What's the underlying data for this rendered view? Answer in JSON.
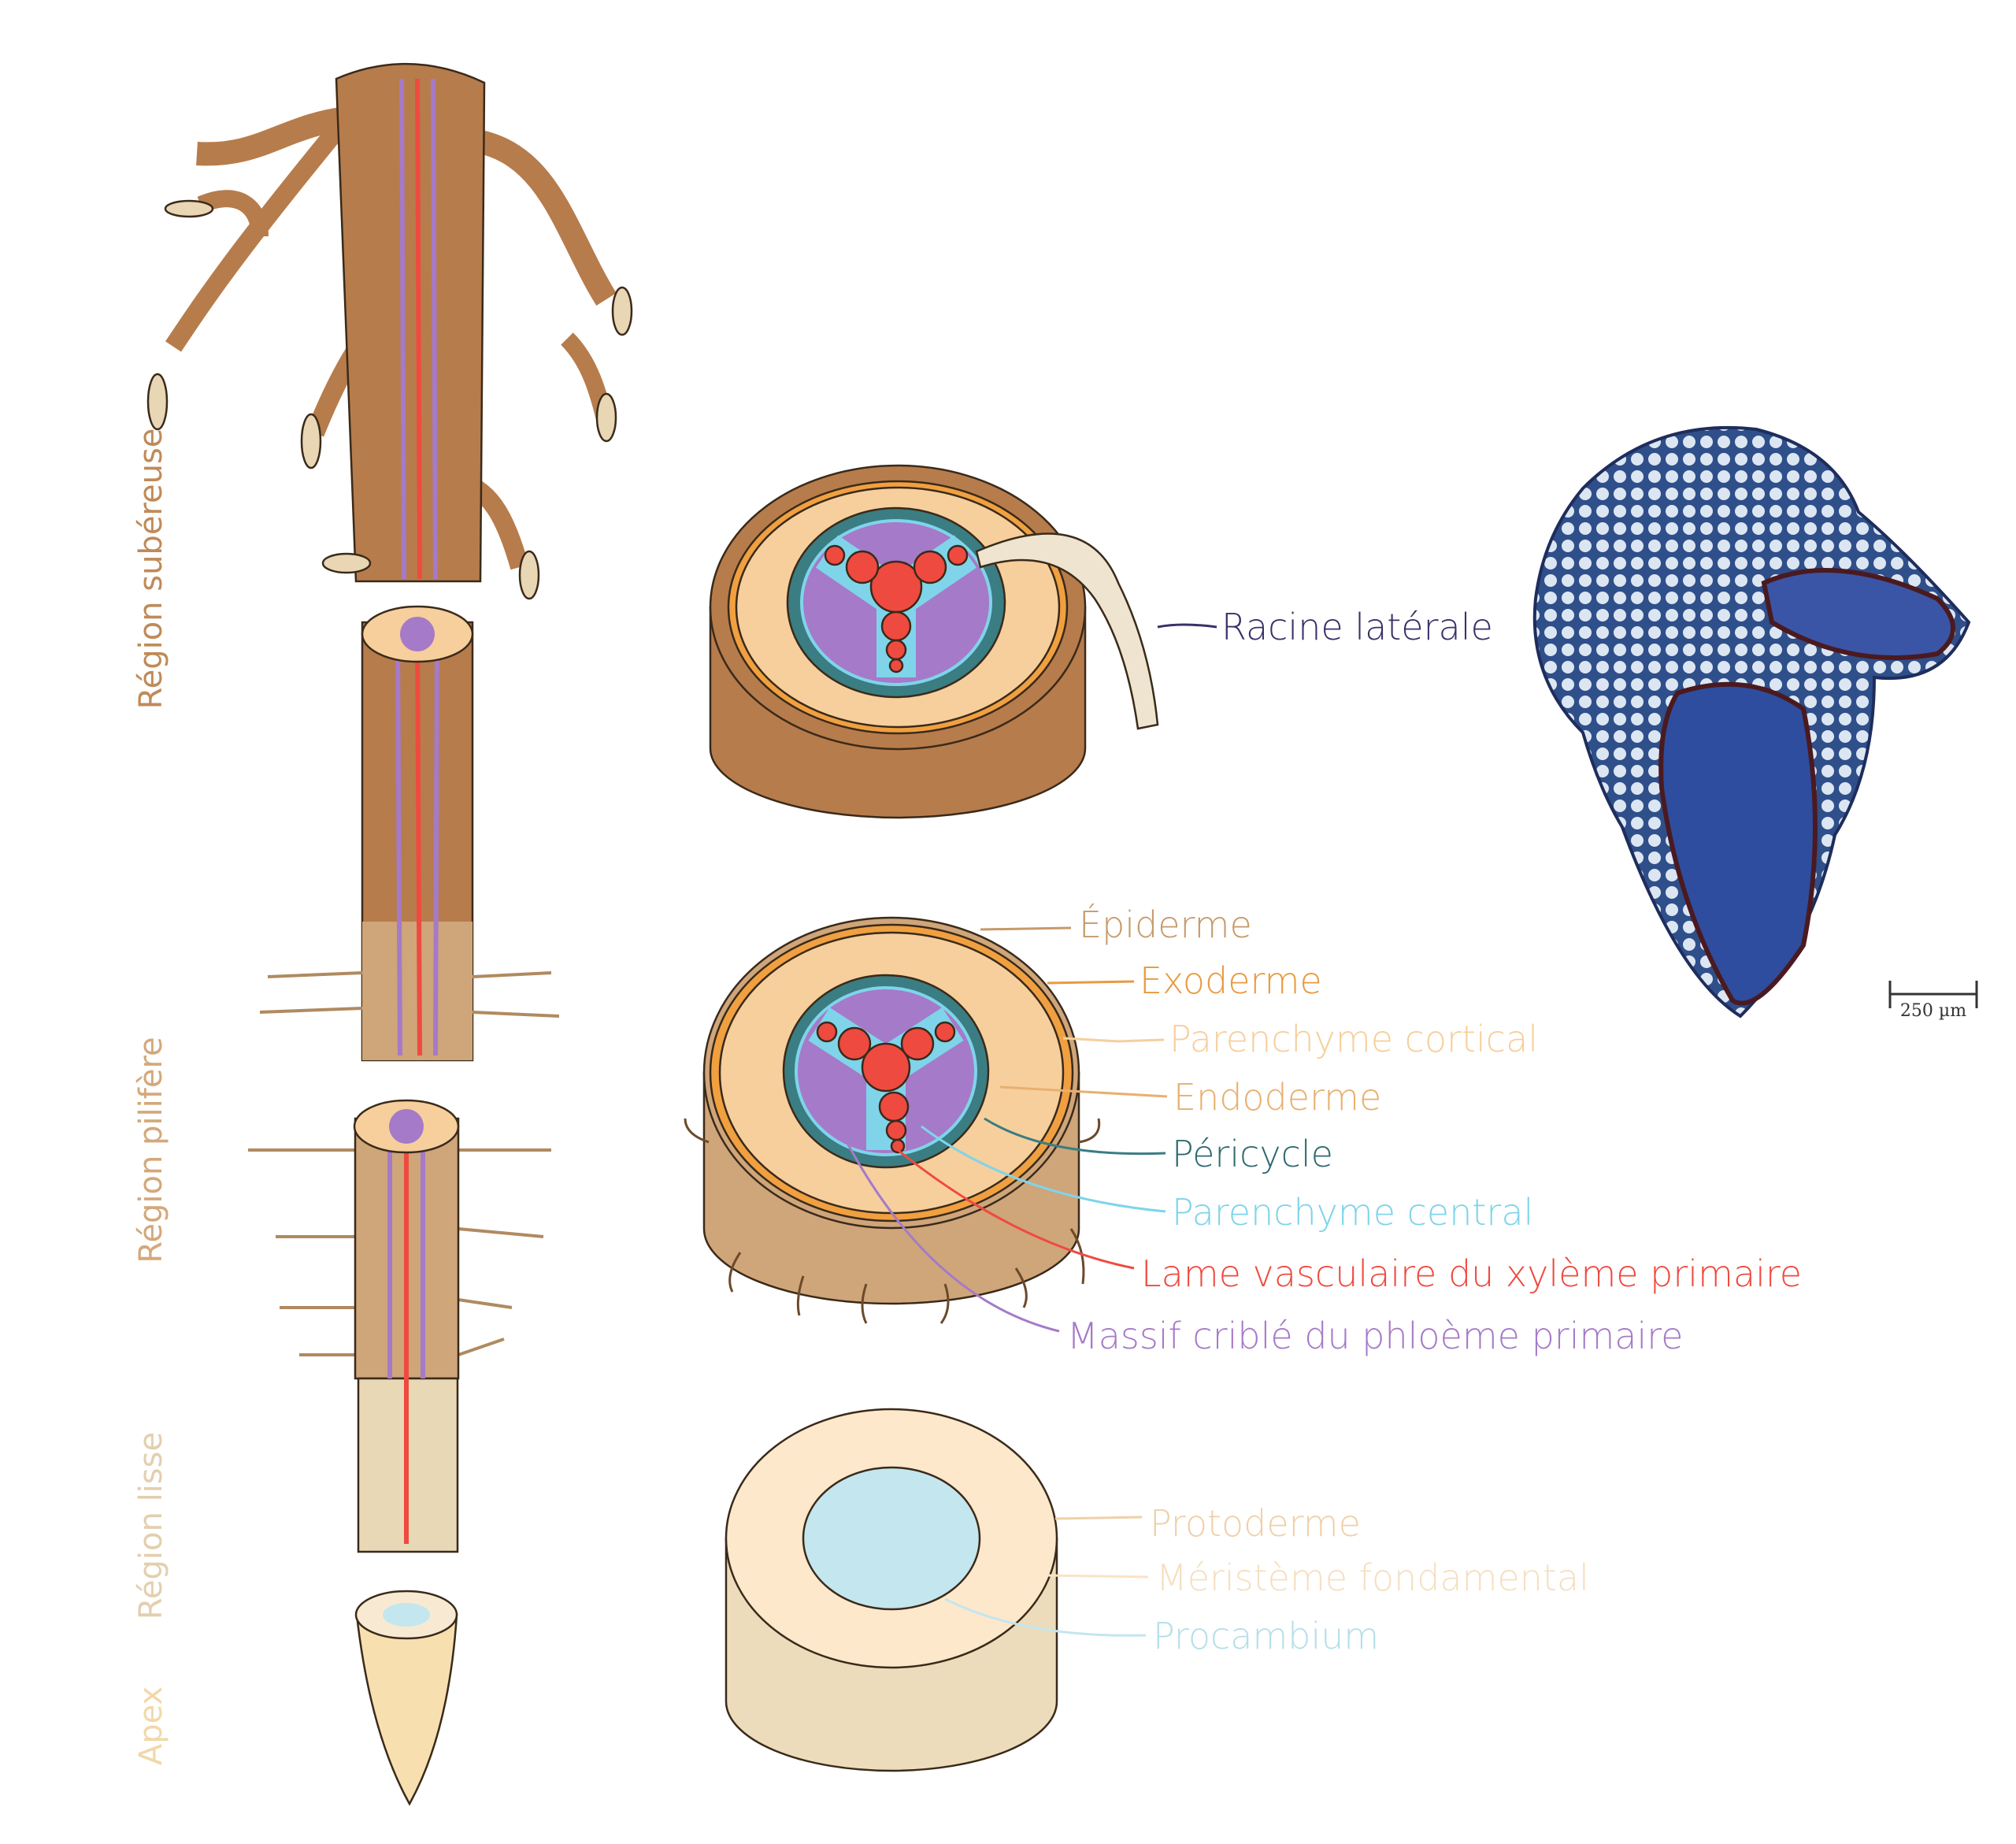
{
  "regions": {
    "suberous": "Région subéreuse",
    "piliferous": "Région pilifère",
    "smooth": "Région lisse",
    "apex": "Apex"
  },
  "labels": {
    "lateral_root": "Racine latérale",
    "epidermis": "Épiderme",
    "exodermis": "Exoderme",
    "cortical_parenchyma": "Parenchyme cortical",
    "endodermis": "Endoderme",
    "pericycle": "Péricycle",
    "central_parenchyma": "Parenchyme central",
    "xylem": "Lame vasculaire du xylème primaire",
    "phloem": "Massif criblé du phloème primaire",
    "protoderm": "Protoderme",
    "ground_meristem": "Méristème fondamental",
    "procambium": "Procambium"
  },
  "scale_bar": "250 µm",
  "colors": {
    "bark": "#b77c4c",
    "cortex": "#f6cf9c",
    "exoderm": "#f0a040",
    "phloem": "#a57ac8",
    "central": "#7fd4ea",
    "xylem": "#ef4a40",
    "pericycle": "#3a7d82",
    "meristem": "#fde8cc",
    "procambium": "#c4e6ee"
  }
}
